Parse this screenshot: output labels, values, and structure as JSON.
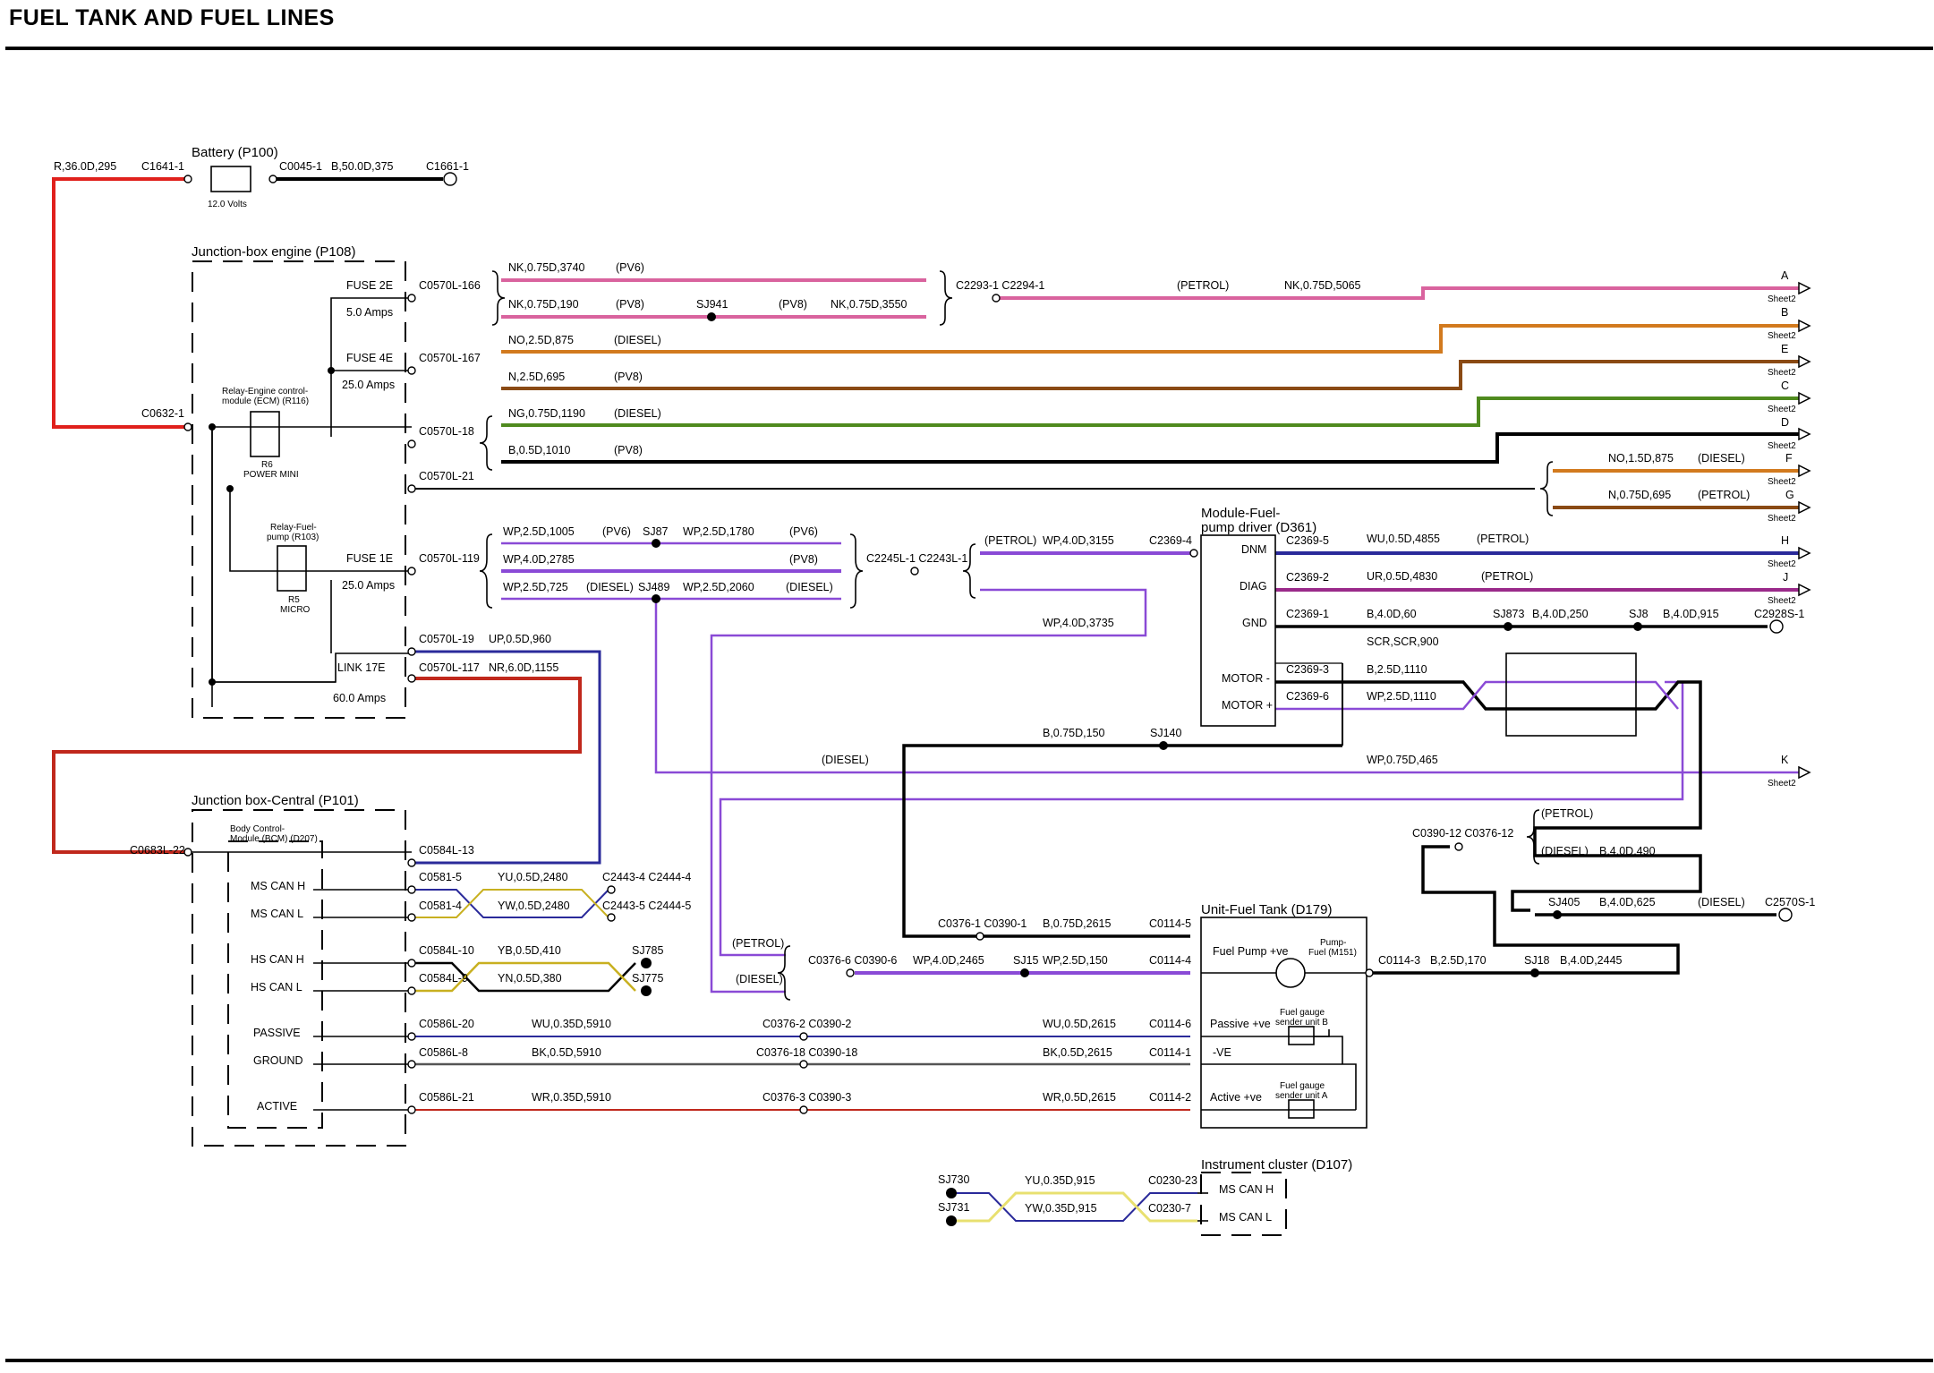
{
  "title": "FUEL TANK AND FUEL LINES",
  "components": {
    "battery": "Battery (P100)",
    "battery_voltage": "12.0 Volts",
    "jb_engine": "Junction-box engine (P108)",
    "relay_ecm_1": "Relay-Engine control-",
    "relay_ecm_2": "module (ECM) (R116)",
    "relay_ecm_type_1": "R6",
    "relay_ecm_type_2": "POWER MINI",
    "relay_fuel_1": "Relay-Fuel-",
    "relay_fuel_2": "pump (R103)",
    "relay_fuel_type_1": "R5",
    "relay_fuel_type_2": "MICRO",
    "fuse_2e": "FUSE 2E",
    "fuse_2e_amps": "5.0 Amps",
    "fuse_4e": "FUSE 4E",
    "fuse_4e_amps": "25.0 Amps",
    "fuse_1e": "FUSE 1E",
    "fuse_1e_amps": "25.0 Amps",
    "link_17e": "LINK 17E",
    "link_17e_amps": "60.0 Amps",
    "jb_central": "Junction box-Central (P101)",
    "bcm_1": "Body Control-",
    "bcm_2": "Module (BCM) (D207)",
    "module_fuel_1": "Module-Fuel-",
    "module_fuel_2": "pump driver (D361)",
    "unit_fuel_tank": "Unit-Fuel Tank (D179)",
    "instrument_cluster": "Instrument cluster (D107)",
    "pump_fuel_1": "Pump-",
    "pump_fuel_2": "Fuel (M151)",
    "sender_b_1": "Fuel gauge",
    "sender_b_2": "sender unit B",
    "sender_a_1": "Fuel gauge",
    "sender_a_2": "sender unit A"
  },
  "pins": {
    "dnm": "DNM",
    "diag": "DIAG",
    "gnd": "GND",
    "motor_minus": "MOTOR -",
    "motor_plus": "MOTOR +",
    "ms_can_h": "MS CAN H",
    "ms_can_l": "MS CAN L",
    "hs_can_h": "HS CAN H",
    "hs_can_l": "HS CAN L",
    "passive": "PASSIVE",
    "ground": "GROUND",
    "active": "ACTIVE",
    "fuel_pump_ve": "Fuel Pump +ve",
    "passive_ve": "Passive +ve",
    "minus_ve": "-VE",
    "active_ve": "Active +ve",
    "ic_ms_can_h": "MS CAN H",
    "ic_ms_can_l": "MS CAN L"
  },
  "connectors": {
    "c1641": "C1641-1",
    "c0045": "C0045-1",
    "c1661": "C1661-1",
    "c0632": "C0632-1",
    "c0570l_166": "C0570L-166",
    "c0570l_167": "C0570L-167",
    "c0570l_18": "C0570L-18",
    "c0570l_21": "C0570L-21",
    "c0570l_119": "C0570L-119",
    "c0570l_19": "C0570L-19",
    "c0570l_117": "C0570L-117",
    "c2293": "C2293-1 C2294-1",
    "c2245": "C2245L-1 C2243L-1",
    "c2369_4": "C2369-4",
    "c2369_5": "C2369-5",
    "c2369_2": "C2369-2",
    "c2369_1": "C2369-1",
    "c2369_3": "C2369-3",
    "c2369_6": "C2369-6",
    "c2928": "C2928S-1",
    "c0683": "C0683L-22",
    "c0584_13": "C0584L-13",
    "c0581_5": "C0581-5",
    "c0581_4": "C0581-4",
    "c2443_4": "C2443-4 C2444-4",
    "c2443_5": "C2443-5 C2444-5",
    "c0584_10": "C0584L-10",
    "c0584_9": "C0584L-9",
    "c0586_20": "C0586L-20",
    "c0586_8": "C0586L-8",
    "c0586_21": "C0586L-21",
    "c0376_2": "C0376-2 C0390-2",
    "c0376_18": "C0376-18 C0390-18",
    "c0376_3": "C0376-3 C0390-3",
    "c0376_1": "C0376-1 C0390-1",
    "c0376_6": "C0376-6 C0390-6",
    "c0114_5": "C0114-5",
    "c0114_4": "C0114-4",
    "c0114_6": "C0114-6",
    "c0114_1": "C0114-1",
    "c0114_2": "C0114-2",
    "c0114_3": "C0114-3",
    "c0390_12": "C0390-12 C0376-12",
    "c2570": "C2570S-1",
    "c0230_23": "C0230-23",
    "c0230_7": "C0230-7"
  },
  "splices": {
    "sj941": "SJ941",
    "sj87": "SJ87",
    "sj489": "SJ489",
    "sj873": "SJ873",
    "sj8": "SJ8",
    "sj140": "SJ140",
    "sj785": "SJ785",
    "sj775": "SJ775",
    "sj15": "SJ15",
    "sj405": "SJ405",
    "sj18": "SJ18",
    "sj730": "SJ730",
    "sj731": "SJ731"
  },
  "wires": {
    "w_r36": "R,36.0D,295",
    "w_b50": "B,50.0D,375",
    "w_nk3740": "NK,0.75D,3740",
    "w_nk190": "NK,0.75D,190",
    "w_nk3550": "NK,0.75D,3550",
    "w_nk5065": "NK,0.75D,5065",
    "w_no875": "NO,2.5D,875",
    "w_n695": "N,2.5D,695",
    "w_ng1190": "NG,0.75D,1190",
    "w_b1010": "B,0.5D,1010",
    "w_no15_875": "NO,1.5D,875",
    "w_n075_695": "N,0.75D,695",
    "w_wp1005": "WP,2.5D,1005",
    "w_wp1780": "WP,2.5D,1780",
    "w_wp2785": "WP,4.0D,2785",
    "w_wp725": "WP,2.5D,725",
    "w_wp2060": "WP,2.5D,2060",
    "w_wp3155": "WP,4.0D,3155",
    "w_wp3735": "WP,4.0D,3735",
    "w_wu4855": "WU,0.5D,4855",
    "w_ur4830": "UR,0.5D,4830",
    "w_b60": "B,4.0D,60",
    "w_b250": "B,4.0D,250",
    "w_b915": "B,4.0D,915",
    "w_scr": "SCR,SCR,900",
    "w_b1110": "B,2.5D,1110",
    "w_wp1110": "WP,2.5D,1110",
    "w_up960": "UP,0.5D,960",
    "w_nr1155": "NR,6.0D,1155",
    "w_b150": "B,0.75D,150",
    "w_wp465": "WP,0.75D,465",
    "w_b490": "B,4.0D,490",
    "w_b625": "B,4.0D,625",
    "w_yu2480": "YU,0.5D,2480",
    "w_yw2480": "YW,0.5D,2480",
    "w_yb410": "YB,0.5D,410",
    "w_yn380": "YN,0.5D,380",
    "w_b2615": "B,0.75D,2615",
    "w_wp2465": "WP,4.0D,2465",
    "w_wp150": "WP,2.5D,150",
    "w_b170": "B,2.5D,170",
    "w_b2445": "B,4.0D,2445",
    "w_wu5910": "WU,0.35D,5910",
    "w_wu2615": "WU,0.5D,2615",
    "w_bk5910": "BK,0.5D,5910",
    "w_bk2615": "BK,0.5D,2615",
    "w_wr5910": "WR,0.35D,5910",
    "w_wr2615": "WR,0.5D,2615",
    "w_yu915": "YU,0.35D,915",
    "w_yw915": "YW,0.35D,915"
  },
  "variants": {
    "pv6": "(PV6)",
    "pv8": "(PV8)",
    "diesel": "(DIESEL)",
    "petrol": "(PETROL)"
  },
  "sheet_refs": {
    "a": "A",
    "b": "B",
    "c": "C",
    "d": "D",
    "e": "E",
    "f": "F",
    "g": "G",
    "h": "H",
    "j": "J",
    "k": "K",
    "sheet": "Sheet2"
  },
  "wire_colors": {
    "red": "#e0201c",
    "dark_red": "#c0281c",
    "pink": "#d9639e",
    "orange": "#d27a1e",
    "brown": "#8a4a14",
    "green": "#4f8a1e",
    "purple": "#8a4ad6",
    "navy": "#2a2a9a",
    "violet": "#9a2a8a",
    "yellow": "#e8e070",
    "black": "#000000"
  }
}
